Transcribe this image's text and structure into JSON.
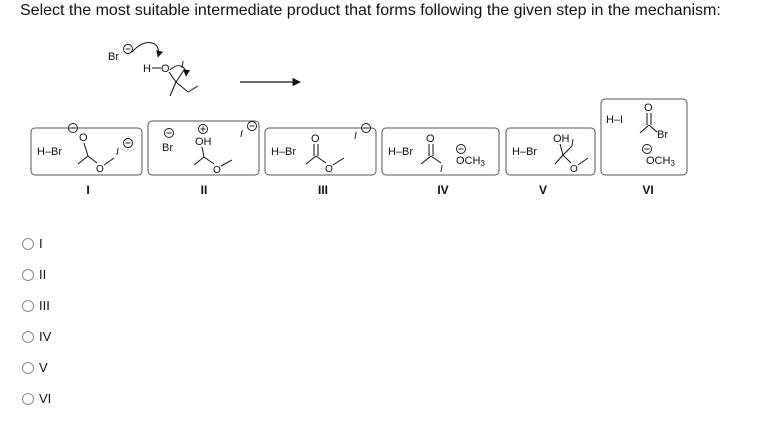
{
  "question": "Select the most suitable intermediate product that forms following the given step in the mechanism:",
  "labels": {
    "Br": "Br",
    "H": "H",
    "I": "I",
    "O": "O",
    "OH": "OH",
    "HBr": "H–Br",
    "HI": "H–I",
    "OCH3": "OCH",
    "sub3": "3",
    "minus": "−",
    "plus": "+"
  },
  "choices": [
    "I",
    "II",
    "III",
    "IV",
    "V",
    "VI"
  ],
  "options": [
    {
      "label": "I"
    },
    {
      "label": "II"
    },
    {
      "label": "III"
    },
    {
      "label": "IV"
    },
    {
      "label": "V"
    },
    {
      "label": "VI"
    }
  ],
  "icons": {
    "radio": "radio-unchecked-icon",
    "arrow": "reaction-arrow-icon"
  }
}
